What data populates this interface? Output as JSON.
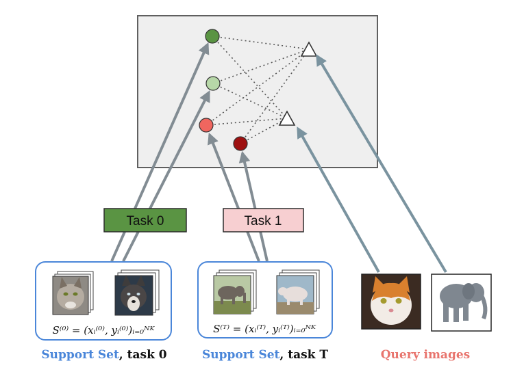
{
  "tasks": [
    {
      "label": "Task 0",
      "fill": "#5a9443"
    },
    {
      "label": "Task 1",
      "fill": "#f7cfd1"
    }
  ],
  "support_sets": [
    {
      "formula": "S⁽⁰⁾ = (xᵢ⁽⁰⁾, yᵢ⁽⁰⁾)ᵢ₌₀ᴺᴷ",
      "images": [
        "cat-image",
        "husky-image"
      ]
    },
    {
      "formula": "S⁽ᵀ⁾ = (xᵢ⁽ᵀ⁾, yᵢ⁽ᵀ⁾)ᵢ₌₀ᴺᴷ",
      "images": [
        "elephant-image",
        "pig-image"
      ]
    }
  ],
  "captions": {
    "support0_blue": "Support Set",
    "support0_black": ", task 0",
    "support1_blue": "Support Set",
    "support1_black": ", task T",
    "query": "Query images"
  },
  "query_images": [
    "query-cat-image",
    "query-elephant-image"
  ],
  "nodes": {
    "dark_green": "#5a9443",
    "light_green": "#b7d7a8",
    "light_red": "#f0665f",
    "dark_red": "#9e1010"
  },
  "colors": {
    "arrow_gray": "#828c93",
    "arrow_blue_gray": "#7a939f",
    "box_blue": "#4a86d9",
    "panel_fill": "#efefef",
    "panel_border": "#5f5f5f"
  }
}
